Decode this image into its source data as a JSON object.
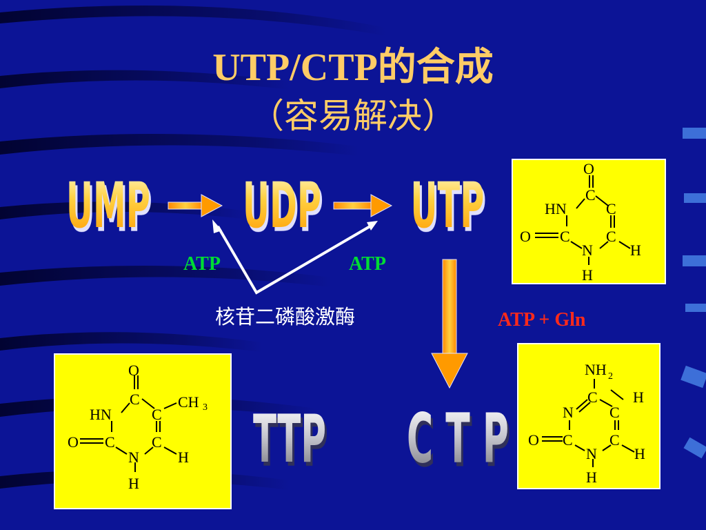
{
  "title": {
    "line1": "UTP/CTP的合成",
    "line2": "（容易解决）"
  },
  "labels": {
    "ump": "UMP",
    "udp": "UDP",
    "utp": "UTP",
    "ttp": "TTP",
    "ctp": "C T P",
    "atp_left": "ATP",
    "atp_right": "ATP",
    "enzyme": "核苷二磷酸激酶",
    "atp_gln": "ATP + Gln"
  },
  "structures": {
    "uracil": {
      "O": "O",
      "C": "C",
      "HN": "HN",
      "N": "N",
      "H": "H"
    },
    "thymine": {
      "O": "O",
      "C": "C",
      "HN": "HN",
      "N": "N",
      "H": "H",
      "CH": "CH",
      "sub3": "3"
    },
    "cytosine": {
      "O": "O",
      "C": "C",
      "N": "N",
      "H": "H",
      "NH": "NH",
      "sub2": "2"
    }
  },
  "colors": {
    "background": "#0c1496",
    "title": "#ffcc66",
    "atp": "#00dd33",
    "atp_gln": "#ff2a1a",
    "box": "#ffff00",
    "arrow": "#ff9a00"
  }
}
